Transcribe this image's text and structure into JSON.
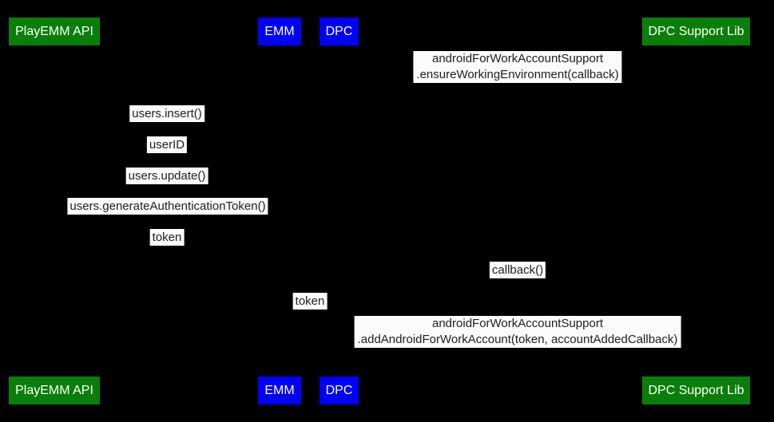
{
  "colors": {
    "background": "#000000",
    "participant_green": "#0a7e0a",
    "participant_blue": "#0000f5",
    "participant_text": "#ffffff",
    "label_bg": "#fbfbfb",
    "label_text": "#1e1e1e"
  },
  "participants": [
    {
      "id": "playemm-api",
      "label": "PlayEMM API",
      "color": "#0a7e0a"
    },
    {
      "id": "emm",
      "label": "EMM",
      "color": "#0000f5"
    },
    {
      "id": "dpc",
      "label": "DPC",
      "color": "#0000f5"
    },
    {
      "id": "dpc-support-lib",
      "label": "DPC Support Lib",
      "color": "#0a7e0a"
    }
  ],
  "messages": [
    {
      "id": "ensure-working-environment",
      "lines": [
        "androidForWorkAccountSupport",
        ".ensureWorkingEnvironment(callback)"
      ]
    },
    {
      "id": "users-insert",
      "text": "users.insert()"
    },
    {
      "id": "user-id",
      "text": "userID"
    },
    {
      "id": "users-update",
      "text": "users.update()"
    },
    {
      "id": "generate-authentication-token",
      "text": "users.generateAuthenticationToken()"
    },
    {
      "id": "token-return",
      "text": "token"
    },
    {
      "id": "callback",
      "text": "callback()"
    },
    {
      "id": "token-forward",
      "text": "token"
    },
    {
      "id": "add-android-for-work-account",
      "lines": [
        "androidForWorkAccountSupport",
        ".addAndroidForWorkAccount(token, accountAddedCallback)"
      ]
    }
  ]
}
